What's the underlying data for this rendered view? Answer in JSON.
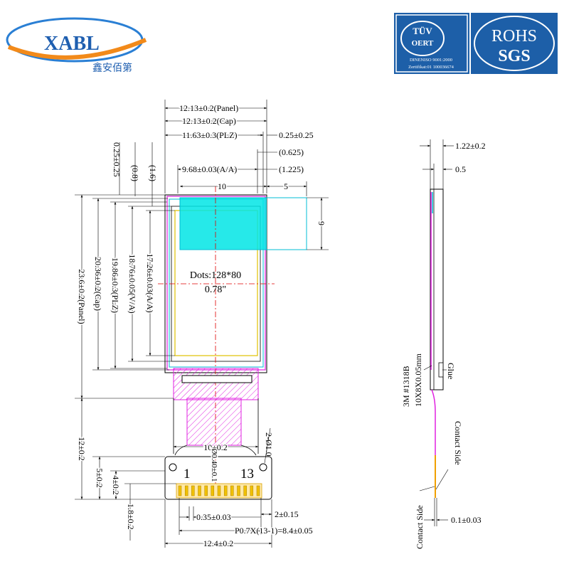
{
  "header": {
    "brand_name": "XABL",
    "brand_cn": "鑫安佰第",
    "tuv_title": "TÜV",
    "tuv_sub": "OERT",
    "tuv_line1": "DINENISO 9001:2000",
    "tuv_line2": "Zertifikat:01   100036674",
    "rohs": "ROHS",
    "sgs": "SGS"
  },
  "colors": {
    "panel": "#000000",
    "cap": "#00bcd4",
    "plz": "#e020e0",
    "aa": "#e0c000",
    "fpc": "#e020e0",
    "highlight": "#00e5e5",
    "center": "#e00000"
  },
  "front_view": {
    "top_dims": {
      "panel_w": "12.13±0.2(Panel)",
      "cap_w": "12.13±0.2(Cap)",
      "plz_w": "11.63±0.3(PLZ)",
      "edge": "0.25±0.25",
      "gap1": "(0.625)",
      "gap2": "(1.225)",
      "aa_w": "9.68±0.03(A/A)",
      "ten": "10",
      "five": "5",
      "nine": "9"
    },
    "left_dims": {
      "edge_top": "0.25±0.25",
      "d08": "(0.8)",
      "d16": "(1.6)",
      "panel_h": "23.6±0.2(Panel)",
      "cap_h": "20.36±0.2(Cap)",
      "plz_h": "19.86±0.3(PLZ)",
      "va_h": "18.76±0.05(V/A)",
      "aa_h": "17.26±0.03(A/A)",
      "tail": "12±0.2",
      "d5": "5±0.2",
      "d4": "4±0.2",
      "d18": "1.8±0.2"
    },
    "labels": {
      "dots": "Dots:128*80",
      "size": "0.78\"",
      "hole": "2-Ø1.0",
      "fpc_w": "10±0.2",
      "fpc_center": "Ø0.40±0.1",
      "pin1": "1",
      "pin13": "13",
      "pad_w": "0.35±0.03",
      "pad_edge": "2±0.15",
      "pitch": "P0.7X(13-1)=8.4±0.05",
      "total_w": "12.4±0.2"
    }
  },
  "side_view": {
    "thickness": "1.22±0.2",
    "glass": "0.5",
    "tape": "3M #1318B",
    "tape_dim": "10X8X0.05mm",
    "glue": "Glue",
    "contact_side_top": "Contact Side",
    "contact_side_bottom": "Contact Side",
    "fpc_thk": "0.1±0.03"
  }
}
